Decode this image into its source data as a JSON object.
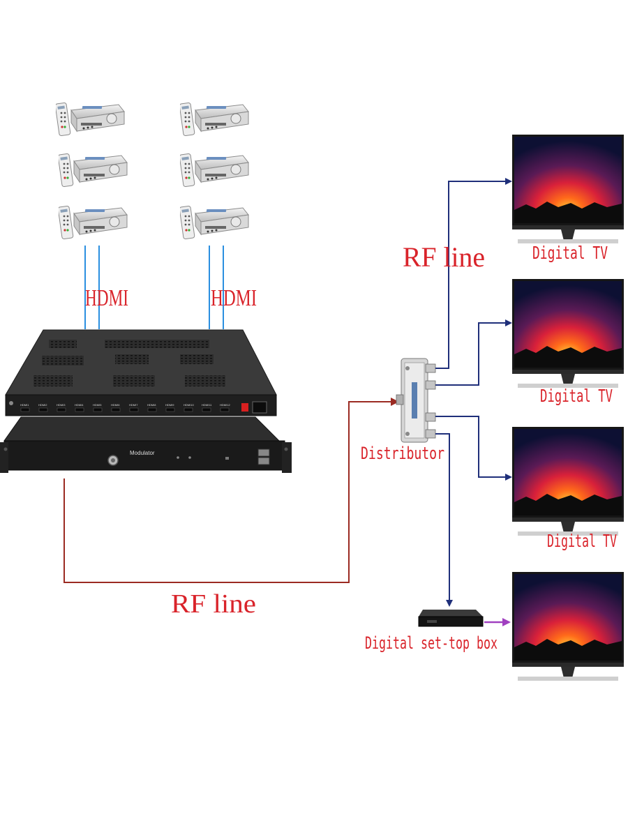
{
  "labels": {
    "hdmi_left": "HDMI",
    "hdmi_right": "HDMI",
    "rf_line_top": "RF line",
    "rf_line_bottom": "RF line",
    "distributor": "Distributor",
    "set_top_box": "Digital set-top box",
    "tv_1": "Digital TV",
    "tv_2": "Digital TV",
    "tv_3": "Digital TV",
    "modulator_panel": "Modulator"
  },
  "encoder_ports": [
    "HDMI1",
    "HDMI2",
    "HDMI3",
    "HDMI4",
    "HDMI5",
    "HDMI6",
    "HDMI7",
    "HDMI8",
    "HDMI9",
    "HDMI10",
    "HDMI11",
    "HDMI12"
  ],
  "colors": {
    "label_red": "#d9232a",
    "hdmi_cable": "#2a8fe0",
    "rf_cable": "#9b2a22",
    "arrow_navy": "#1f2f7a",
    "arrow_purple": "#a040c0",
    "device_dark": "#2b2b2b"
  }
}
